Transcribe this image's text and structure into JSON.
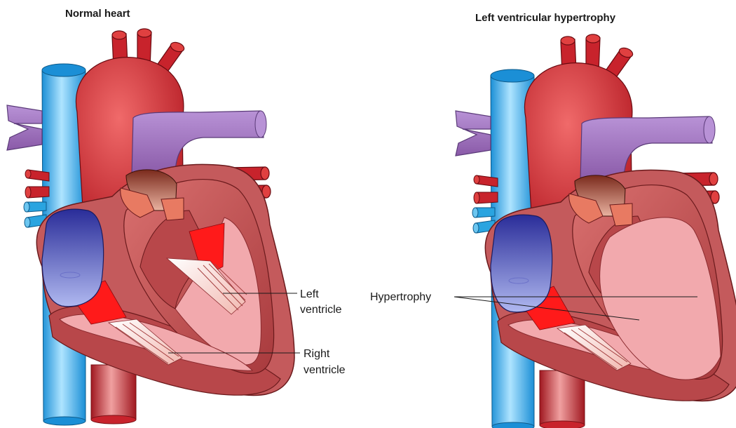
{
  "panels": [
    {
      "title": "Normal heart",
      "labels": {
        "left_ventricle": [
          "Left",
          "ventricle"
        ],
        "right_ventricle": [
          "Right",
          "ventricle"
        ]
      }
    },
    {
      "title": "Left ventricular hypertrophy",
      "labels": {
        "hypertrophy": "Hypertrophy"
      }
    }
  ],
  "colors": {
    "aorta_red": "#c8232c",
    "vena_cava_blue": "#2aa4e0",
    "pulmonary_purple": "#9a6cb8",
    "myocardium": "#b8474a",
    "chamber_pink": "#f2a9ad",
    "blood_red": "#ff1a1a",
    "atrium_blue": "#3a3fa8"
  }
}
